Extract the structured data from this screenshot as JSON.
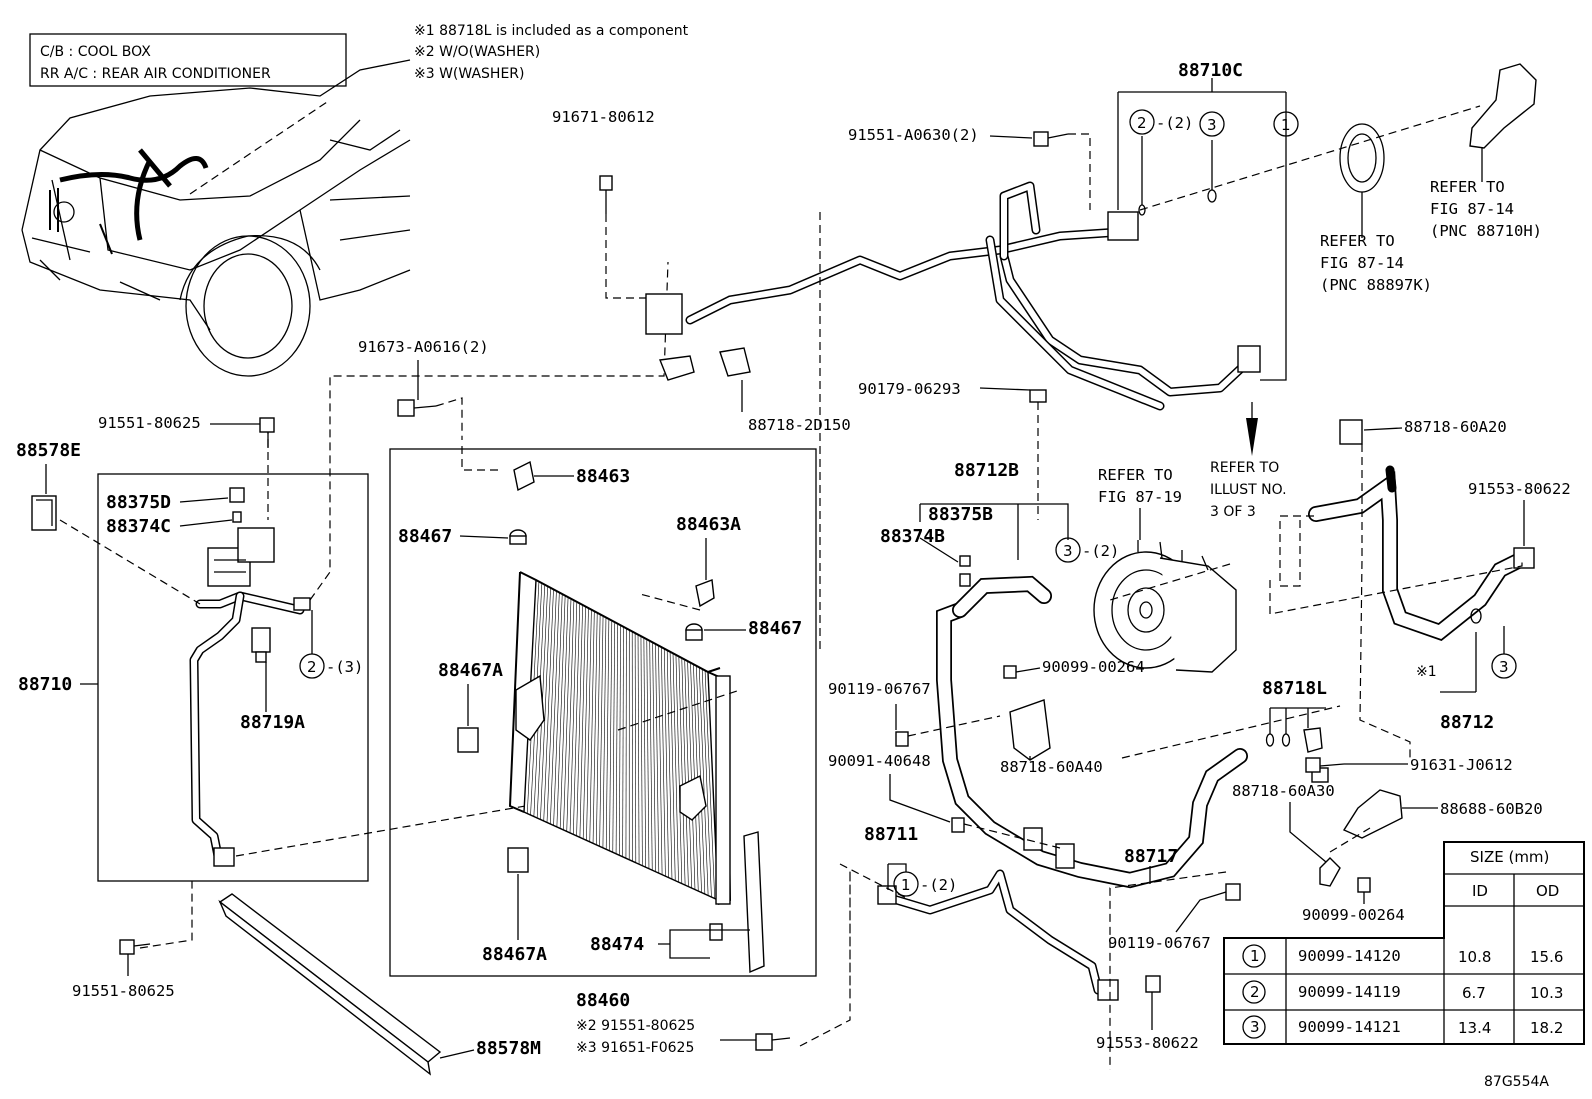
{
  "legend_box": {
    "line1": "C/B  :  COOL BOX",
    "line2": "RR A/C  :  REAR AIR CONDITIONER"
  },
  "notes": {
    "n1": "※1 88718L is included as a component",
    "n2": "※2 W/O(WASHER)",
    "n3": "※3 W(WASHER)"
  },
  "labels": {
    "p88710C": "88710C",
    "p91671_80612": "91671-80612",
    "p91551_A0630": "91551-A0630(2)",
    "refer_87_14a_1": "REFER TO",
    "refer_87_14a_2": "FIG 87-14",
    "refer_87_14a_3": "(PNC 88897K)",
    "refer_87_14b_1": "REFER TO",
    "refer_87_14b_2": "FIG 87-14",
    "refer_87_14b_3": "(PNC 88710H)",
    "p91673_A0616": "91673-A0616(2)",
    "p88718_2D150": "88718-2D150",
    "p90179_06293": "90179-06293",
    "p91551_80625_top": "91551-80625",
    "p88578E": "88578E",
    "p88375D": "88375D",
    "p88374C": "88374C",
    "p88710": "88710",
    "p88719A": "88719A",
    "p91551_80625_bot": "91551-80625",
    "p88463": "88463",
    "p88467_a": "88467",
    "p88463A": "88463A",
    "p88467_b": "88467",
    "p88467A_a": "88467A",
    "p88467A_b": "88467A",
    "p88474": "88474",
    "p88460": "88460",
    "p88578M": "88578M",
    "note_w1": "※2 91551-80625",
    "note_w2": "※3 91651-F0625",
    "p88712B": "88712B",
    "p88375B": "88375B",
    "p88374B": "88374B",
    "refer_87_19_1": "REFER TO",
    "refer_87_19_2": "FIG 87-19",
    "refer_illust_1": "REFER TO",
    "refer_illust_2": "ILLUST NO.",
    "refer_illust_3": "3 OF 3",
    "p88718_60A20": "88718-60A20",
    "p91553_80622_a": "91553-80622",
    "p90099_00264_a": "90099-00264",
    "p90119_06767_a": "90119-06767",
    "p88718_60A40": "88718-60A40",
    "p90091_40648": "90091-40648",
    "p88711": "88711",
    "p88717": "88717",
    "p88718L": "88718L",
    "p91631_J0612": "91631-J0612",
    "p88718_60A30": "88718-60A30",
    "p88688_60B20": "88688-60B20",
    "p90099_00264_b": "90099-00264",
    "p90119_06767_b": "90119-06767",
    "p91553_80622_b": "91553-80622",
    "p88712": "88712",
    "mark_x1": "※1",
    "q2_2a": "-(2)",
    "q1_2": "-(2)",
    "q3_2": "-(2)",
    "q2_3": "-(3)",
    "fig_code": "87G554A"
  },
  "circles": {
    "c1": "1",
    "c2": "2",
    "c3": "3"
  },
  "size_table": {
    "title": "SIZE (mm)",
    "col_id": "ID",
    "col_od": "OD",
    "rows": [
      {
        "mark": "1",
        "part": "90099-14120",
        "id": "10.8",
        "od": "15.6"
      },
      {
        "mark": "2",
        "part": "90099-14119",
        "id": "6.7",
        "od": "10.3"
      },
      {
        "mark": "3",
        "part": "90099-14121",
        "id": "13.4",
        "od": "18.2"
      }
    ]
  }
}
